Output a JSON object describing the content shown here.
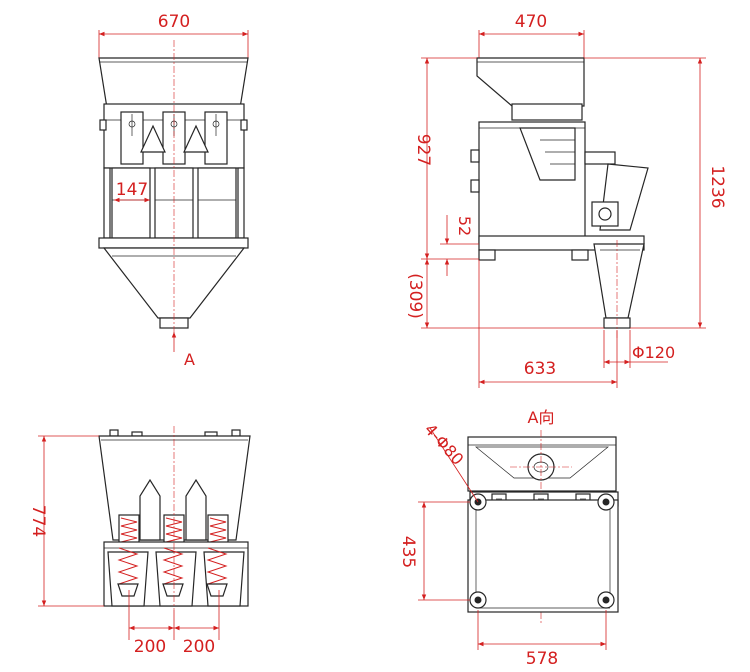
{
  "front_view": {
    "width_dim": "670",
    "hopper_width_dim": "147",
    "view_marker": "A"
  },
  "side_view": {
    "top_width_dim": "470",
    "frame_height_dim": "927",
    "total_height_dim": "1236",
    "foot_height_dim": "52",
    "chute_height_dim": "(309)",
    "base_depth_dim": "633",
    "outlet_diameter_dim": "Φ120"
  },
  "back_view": {
    "height_dim": "774",
    "spacing_left_dim": "200",
    "spacing_right_dim": "200"
  },
  "top_view": {
    "view_label": "A向",
    "hole_callout": "4-Φ80",
    "foot_spacing_vertical_dim": "435",
    "foot_spacing_horizontal_dim": "578"
  },
  "colors": {
    "dimension": "#d42020",
    "line": "#262626"
  }
}
